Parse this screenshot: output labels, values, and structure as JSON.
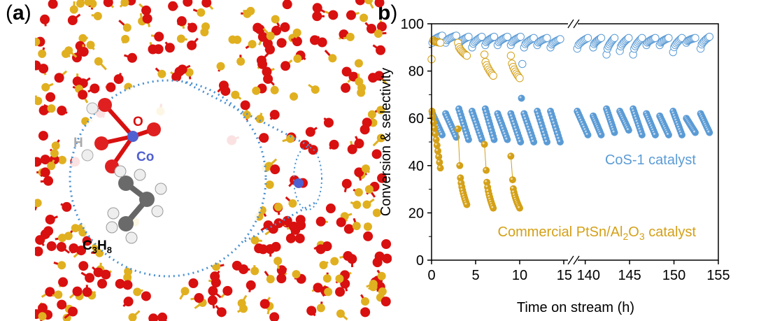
{
  "panel_a": {
    "label_open": "(",
    "label_letter": "a",
    "label_close": ")",
    "atom_labels": {
      "oxygen": "O",
      "hydrogen": "H",
      "cobalt": "Co",
      "propane_main": "C",
      "propane_sub1": "3",
      "propane_mid": "H",
      "propane_sub2": "8"
    },
    "colors": {
      "oxygen": "#d81010",
      "silicon": "#e0b020",
      "cobalt": "#5060d0",
      "hydrogen": "#e8e8e8",
      "carbon": "#606060",
      "inset_border": "#4a90d0"
    }
  },
  "panel_b": {
    "label_open": "",
    "label_letter": "b",
    "label_close": ")"
  },
  "chart_data": {
    "type": "scatter",
    "title": "",
    "xlabel": "Time on stream (h)",
    "ylabel": "Conversion & selectivity",
    "ylim": [
      0,
      100
    ],
    "yticks": [
      "0",
      "20",
      "40",
      "60",
      "80",
      "100"
    ],
    "x_segments": [
      {
        "range": [
          0,
          15
        ],
        "ticks": [
          "0",
          "5",
          "10",
          "15"
        ],
        "tick_values": [
          0,
          5,
          10,
          15
        ]
      },
      {
        "range": [
          139,
          155
        ],
        "ticks": [
          "140",
          "145",
          "150",
          "155"
        ],
        "tick_values": [
          140,
          145,
          150,
          155
        ]
      }
    ],
    "axis_break": "//",
    "annotations": {
      "cos1": "CoS-1 catalyst",
      "ptsn_main": "Commercial PtSn/Al",
      "ptsn_sub1": "2",
      "ptsn_mid": "O",
      "ptsn_sub2": "3",
      "ptsn_tail": " catalyst"
    },
    "series": [
      {
        "name": "CoS-1 conversion",
        "marker": "filled",
        "color": "#5b9bd5",
        "cycles": [
          {
            "t": [
              0.1,
              1.2
            ],
            "y": [
              62,
              53
            ]
          },
          {
            "t": [
              1.6,
              2.8
            ],
            "y": [
              62,
              52
            ]
          },
          {
            "t": [
              3.1,
              4.2
            ],
            "y": [
              64,
              51
            ]
          },
          {
            "t": [
              4.6,
              5.7
            ],
            "y": [
              63,
              51
            ]
          },
          {
            "t": [
              6.1,
              7.1
            ],
            "y": [
              64,
              51
            ]
          },
          {
            "t": [
              7.5,
              8.6
            ],
            "y": [
              62,
              51
            ]
          },
          {
            "t": [
              9.0,
              10.1
            ],
            "y": [
              62,
              50
            ]
          },
          {
            "t": [
              10.5,
              11.6
            ],
            "y": [
              62,
              50
            ]
          },
          {
            "t": [
              12.0,
              13.1
            ],
            "y": [
              63,
              50
            ]
          },
          {
            "t": [
              13.5,
              14.6
            ],
            "y": [
              63,
              50
            ]
          },
          {
            "t": [
              139.1,
              140.3
            ],
            "y": [
              63,
              53
            ]
          },
          {
            "t": [
              140.9,
              141.8
            ],
            "y": [
              61,
              53
            ]
          },
          {
            "t": [
              142.4,
              143.3
            ],
            "y": [
              64,
              54
            ]
          },
          {
            "t": [
              143.9,
              144.9
            ],
            "y": [
              63,
              55
            ]
          },
          {
            "t": [
              145.4,
              146.4
            ],
            "y": [
              64,
              53
            ]
          },
          {
            "t": [
              146.9,
              147.9
            ],
            "y": [
              62,
              53
            ]
          },
          {
            "t": [
              148.4,
              149.4
            ],
            "y": [
              61,
              53
            ]
          },
          {
            "t": [
              149.9,
              150.9
            ],
            "y": [
              63,
              53
            ]
          },
          {
            "t": [
              151.4,
              152.4
            ],
            "y": [
              60,
              54
            ]
          },
          {
            "t": [
              153.0,
              154.0
            ],
            "y": [
              62,
              54
            ]
          }
        ],
        "outliers": [
          {
            "t": 10.2,
            "y": 68.5
          }
        ]
      },
      {
        "name": "CoS-1 selectivity",
        "marker": "open",
        "color": "#5b9bd5",
        "cycles": [
          {
            "t": [
              0.1,
              1.2
            ],
            "y": [
              92,
              95
            ]
          },
          {
            "t": [
              1.6,
              2.8
            ],
            "y": [
              92,
              95
            ]
          },
          {
            "t": [
              3.1,
              4.2
            ],
            "y": [
              91,
              94.5
            ]
          },
          {
            "t": [
              4.6,
              5.7
            ],
            "y": [
              90,
              94.5
            ]
          },
          {
            "t": [
              6.1,
              7.1
            ],
            "y": [
              91,
              94.5
            ]
          },
          {
            "t": [
              7.5,
              8.6
            ],
            "y": [
              91,
              94.5
            ]
          },
          {
            "t": [
              9.0,
              10.1
            ],
            "y": [
              91,
              94.5
            ]
          },
          {
            "t": [
              10.5,
              11.6
            ],
            "y": [
              90,
              94
            ]
          },
          {
            "t": [
              12.0,
              13.1
            ],
            "y": [
              91,
              94
            ]
          },
          {
            "t": [
              13.5,
              14.6
            ],
            "y": [
              90,
              93.5
            ]
          },
          {
            "t": [
              139.1,
              140.3
            ],
            "y": [
              89.5,
              94
            ]
          },
          {
            "t": [
              140.9,
              141.8
            ],
            "y": [
              90,
              94
            ]
          },
          {
            "t": [
              142.4,
              143.3
            ],
            "y": [
              87,
              94
            ]
          },
          {
            "t": [
              143.9,
              144.9
            ],
            "y": [
              88.5,
              94
            ]
          },
          {
            "t": [
              145.4,
              146.4
            ],
            "y": [
              87,
              94
            ]
          },
          {
            "t": [
              146.9,
              147.9
            ],
            "y": [
              91,
              94
            ]
          },
          {
            "t": [
              148.4,
              149.4
            ],
            "y": [
              91,
              94
            ]
          },
          {
            "t": [
              149.9,
              150.9
            ],
            "y": [
              88,
              94
            ]
          },
          {
            "t": [
              151.4,
              152.4
            ],
            "y": [
              92,
              94
            ]
          },
          {
            "t": [
              153.0,
              154.0
            ],
            "y": [
              89.5,
              94.5
            ]
          }
        ],
        "outliers": [
          {
            "t": 10.3,
            "y": 83
          }
        ]
      },
      {
        "name": "PtSn/Al2O3 conversion",
        "marker": "filled",
        "color": "#d4a017",
        "cycles": [
          {
            "t": [
              0.05,
              1.0
            ],
            "y": [
              63,
              39
            ],
            "lead": null
          },
          {
            "t": [
              3.2,
              4.0
            ],
            "y": [
              40,
              23.5
            ],
            "lead": {
              "t": 3.0,
              "y": 55.5
            }
          },
          {
            "t": [
              6.2,
              7.0
            ],
            "y": [
              38,
              22
            ],
            "lead": {
              "t": 6.0,
              "y": 49
            }
          },
          {
            "t": [
              9.2,
              10.0
            ],
            "y": [
              34,
              22
            ],
            "lead": {
              "t": 9.0,
              "y": 44
            }
          }
        ]
      },
      {
        "name": "PtSn/Al2O3 selectivity",
        "marker": "open",
        "color": "#d4a017",
        "cycles": [
          {
            "t": [
              0.2,
              1.0
            ],
            "y": [
              93,
              92
            ]
          },
          {
            "t": [
              3.0,
              4.0
            ],
            "y": [
              92,
              86.5
            ]
          },
          {
            "t": [
              6.0,
              7.0
            ],
            "y": [
              87,
              78
            ]
          },
          {
            "t": [
              9.0,
              10.0
            ],
            "y": [
              86.5,
              77
            ]
          }
        ],
        "outliers": [
          {
            "t": 0.0,
            "y": 85
          }
        ]
      }
    ]
  }
}
